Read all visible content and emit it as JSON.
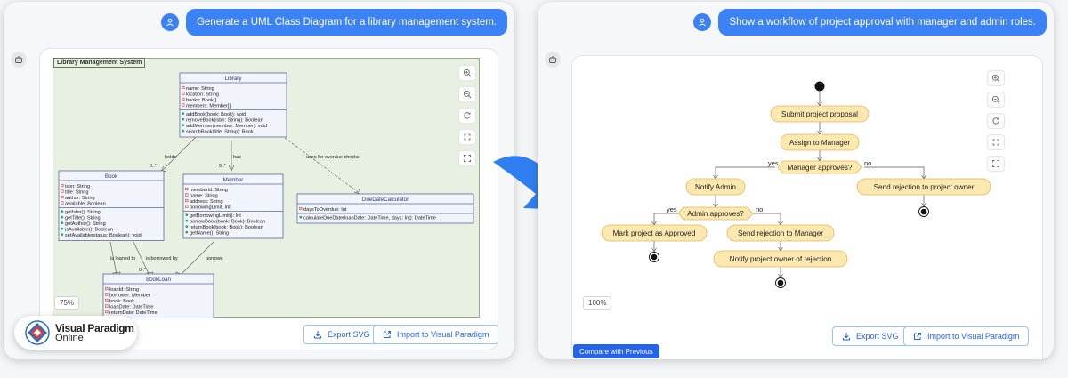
{
  "left": {
    "prompt": "Generate a UML Class Diagram for a library management system.",
    "package_name": "Library Management System",
    "classes": {
      "library": {
        "name": "Library",
        "attrs": [
          "name: String",
          "location: String",
          "books: Book[]",
          "members: Member[]"
        ],
        "ops": [
          "addBook(book: Book): void",
          "removeBook(isbn: String): Boolean",
          "addMember(member: Member): void",
          "searchBook(title: String): Book"
        ]
      },
      "book": {
        "name": "Book",
        "attrs": [
          "isbn: String",
          "title: String",
          "author: String",
          "available: Boolean"
        ],
        "ops": [
          "getIsbn(): String",
          "getTitle(): String",
          "getAuthor(): String",
          "isAvailable(): Boolean",
          "setAvailable(status: Boolean): void"
        ]
      },
      "member": {
        "name": "Member",
        "attrs": [
          "memberId: String",
          "name: String",
          "address: String",
          "borrowingLimit: Int"
        ],
        "ops": [
          "getBorrowingLimit(): Int",
          "borrowBook(book: Book): Boolean",
          "returnBook(book: Book): Boolean",
          "getName(): String"
        ]
      },
      "due": {
        "name": "DueDateCalculator",
        "attrs": [
          "daysToOverdue: Int"
        ],
        "ops": [
          "calculateDueDate(loanDate: DateTime, days: Int): DateTime"
        ]
      },
      "loan": {
        "name": "BookLoan",
        "attrs": [
          "loanId: String",
          "borrower: Member",
          "book: Book",
          "loanDate: DateTime",
          "returnDate: DateTime"
        ]
      }
    },
    "relations": {
      "holds": "holds",
      "has": "has",
      "uses": "uses for overdue checks",
      "loaned": "is loaned to",
      "borrowed": "is borrowed by",
      "borrows": "borrows",
      "mult_star": "0..*"
    },
    "zoom": "75%",
    "export_svg": "Export SVG",
    "import_vp": "Import to Visual Paradigm"
  },
  "right": {
    "prompt": "Show a workflow of project approval with manager and admin roles.",
    "nodes": {
      "submit": "Submit project proposal",
      "assign": "Assign to Manager",
      "mgr_dec": "Manager approves?",
      "notify_admin": "Notify Admin",
      "send_rej_owner": "Send rejection to project owner",
      "admin_dec": "Admin approves?",
      "mark": "Mark project as Approved",
      "send_rej_mgr": "Send rejection to Manager",
      "notify_owner": "Notify project owner of rejection"
    },
    "labels": {
      "yes": "yes",
      "no": "no"
    },
    "zoom": "100%",
    "export_svg": "Export SVG",
    "import_vp": "Import to Visual Paradigm",
    "compare": "Compare with Previous"
  },
  "logo": {
    "line1": "Visual Paradigm",
    "line2": "Online"
  },
  "colors": {
    "accent": "#3b82f6",
    "action_fill": "#fde9b0",
    "action_stroke": "#e0b85a",
    "class_fill": "#f2f4fb",
    "class_stroke": "#5b6b9a",
    "package_fill": "#e8f0e2"
  }
}
